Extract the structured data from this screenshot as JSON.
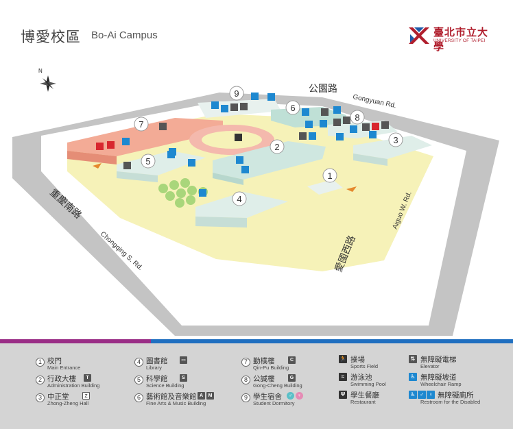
{
  "header": {
    "title_cn": "博愛校區",
    "title_en": "Bo-Ai Campus"
  },
  "logo": {
    "cn": "臺北市立大學",
    "en": "UNIVERSITY OF TAIPEI"
  },
  "map": {
    "north": "N",
    "roads": {
      "gongyuan_cn": "公園路",
      "gongyuan_en": "Gongyuan Rd.",
      "chongqing_cn": "重慶南路",
      "chongqing_en": "Chongqing S. Rd.",
      "aiguo_cn": "愛國西路",
      "aiguo_en": "Aiguo W. Rd."
    },
    "buildings": [
      "1",
      "2",
      "3",
      "4",
      "5",
      "6",
      "7",
      "8",
      "9"
    ]
  },
  "legend": {
    "items": [
      {
        "num": "1",
        "cn": "校門",
        "en": "Main Entrance",
        "icon": ""
      },
      {
        "num": "2",
        "cn": "行政大樓",
        "en": "Administration Building",
        "icon": "T"
      },
      {
        "num": "3",
        "cn": "中正堂",
        "en": "Zhong-Zheng Hall",
        "icon": "Z"
      },
      {
        "num": "4",
        "cn": "圖書館",
        "en": "Library",
        "icon": "book"
      },
      {
        "num": "5",
        "cn": "科學館",
        "en": "Science Building",
        "icon": "S"
      },
      {
        "num": "6",
        "cn": "藝術館及音樂館",
        "en": "Fine Arts & Music Building",
        "icon": "A",
        "icon2": "M"
      },
      {
        "num": "7",
        "cn": "勤樸樓",
        "en": "Qin-Pu Building",
        "icon": "C"
      },
      {
        "num": "8",
        "cn": "公誠樓",
        "en": "Gong-Cheng Building",
        "icon": "G"
      },
      {
        "num": "9",
        "cn": "學生宿舍",
        "en": "Student Dormitory",
        "icon": "dorm"
      }
    ],
    "facilities": [
      {
        "cn": "操場",
        "en": "Sports Field",
        "icon": "runner-icon"
      },
      {
        "cn": "游泳池",
        "en": "Swimming Pool",
        "icon": "swimmer-icon"
      },
      {
        "cn": "學生餐廳",
        "en": "Restaurant",
        "icon": "restaurant-icon"
      },
      {
        "cn": "無障礙電梯",
        "en": "Elevator",
        "icon": "elevator-icon"
      },
      {
        "cn": "無障礙坡道",
        "en": "Wheelchair Ramp",
        "icon": "wheelchair-icon"
      },
      {
        "cn": "無障礙廁所",
        "en": "Restroom for the Disabled",
        "icon": "restroom-icon"
      }
    ]
  },
  "colors": {
    "road": "#bfbfbf",
    "campus": "#f6f2b8",
    "building": "#dfeee9",
    "building7": "#f3ab96",
    "accent_blue": "#1e88d0",
    "accent_purple": "#9a2d86"
  }
}
